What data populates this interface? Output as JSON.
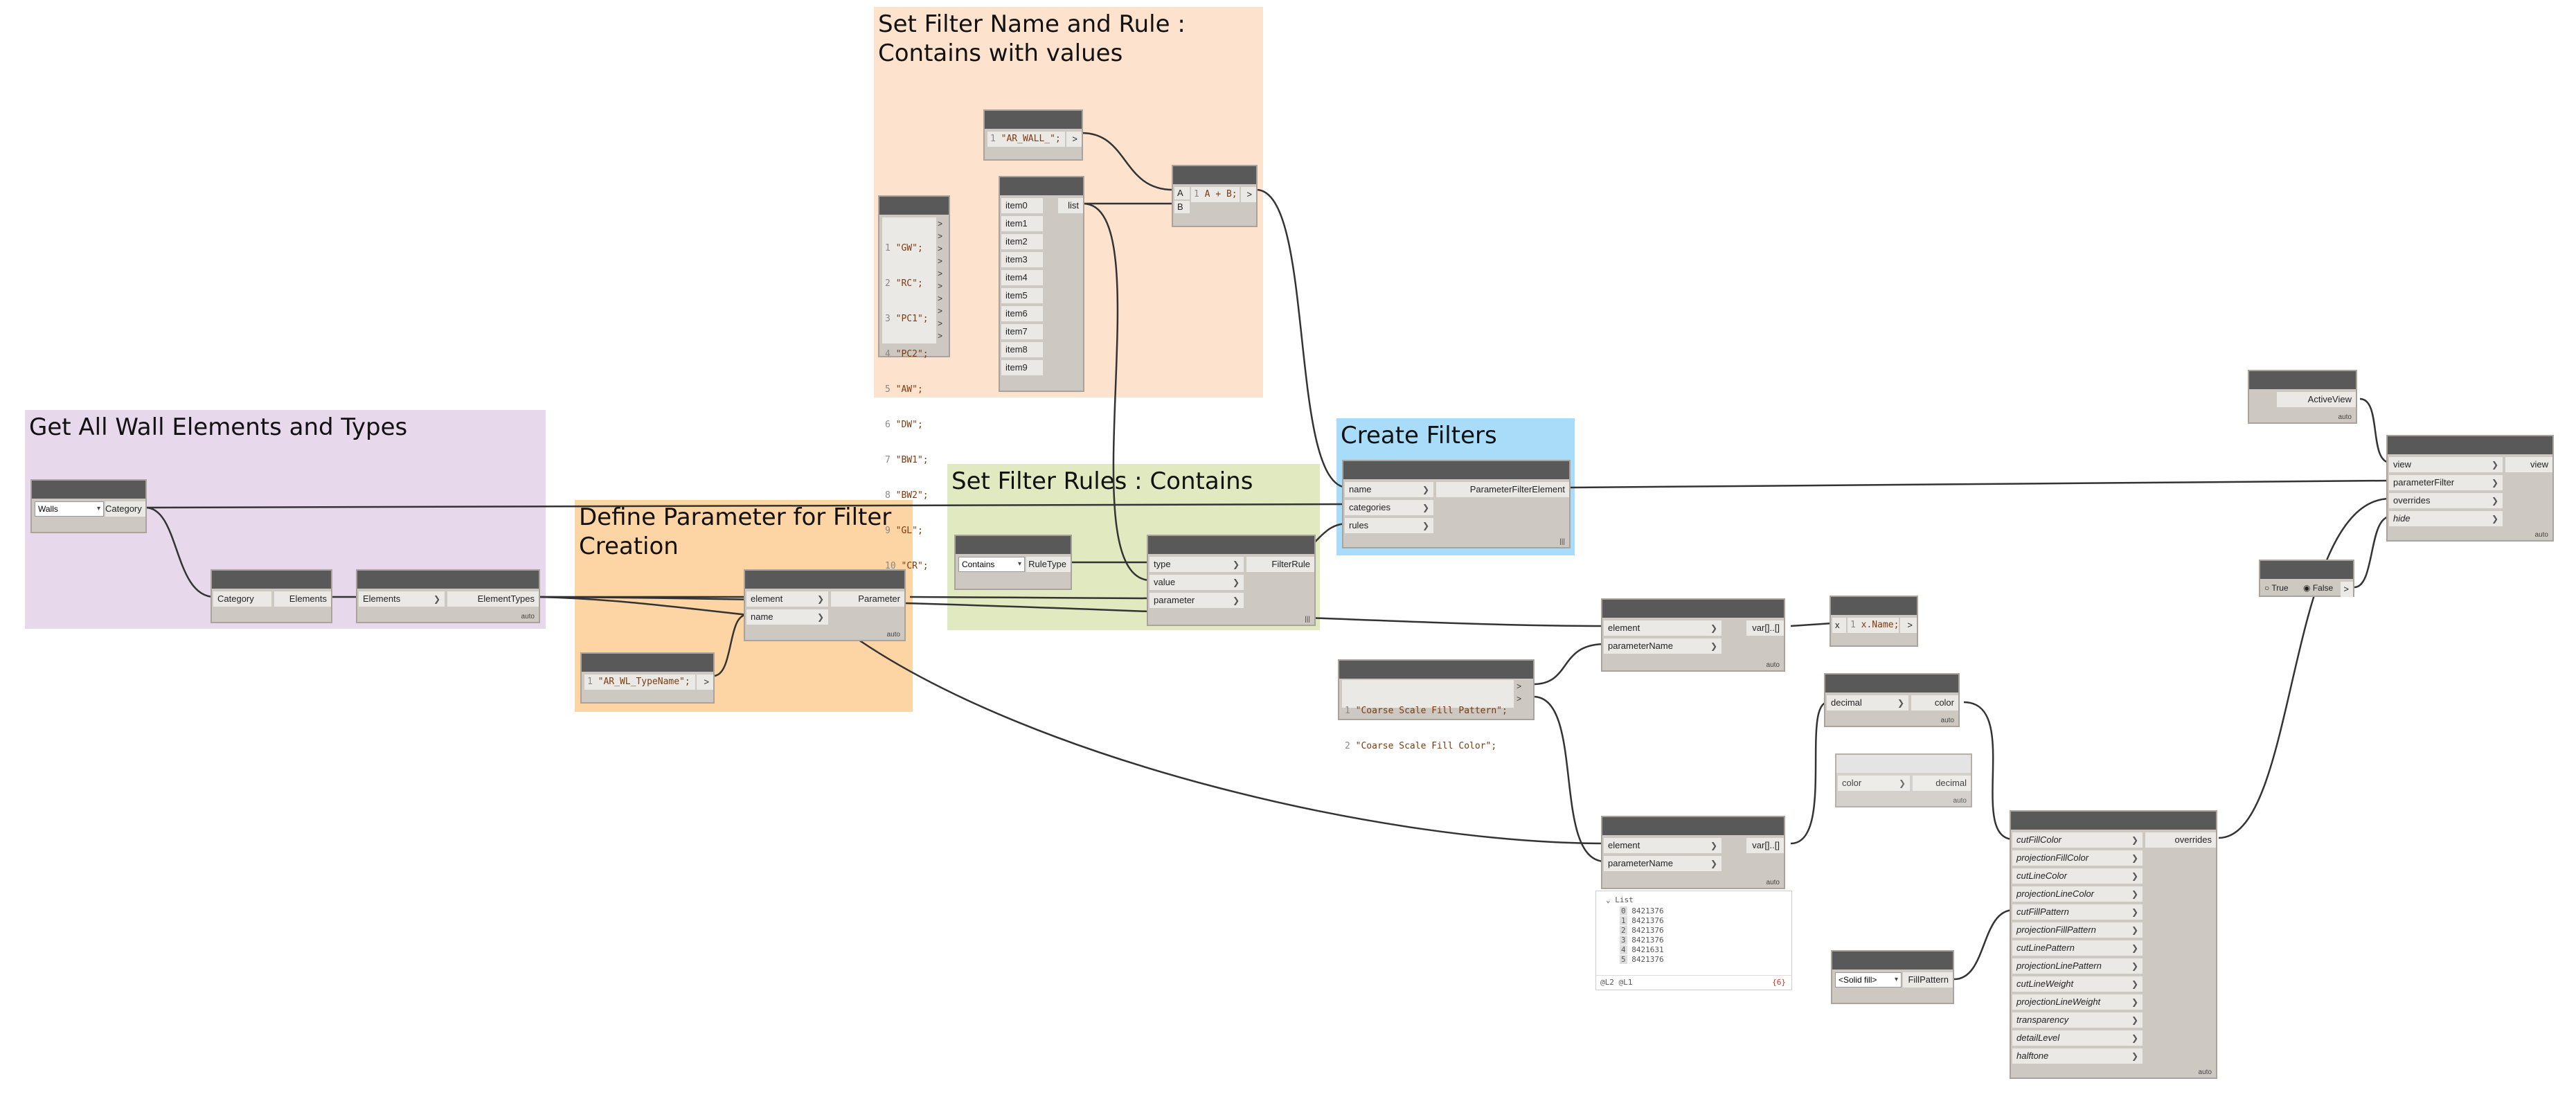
{
  "groups": {
    "walls": {
      "title": "Get All Wall Elements and Types",
      "color": "#e8d8ec"
    },
    "parameter": {
      "title": "Define Parameter for Filter Creation",
      "color": "#fdd4a4"
    },
    "rule_name": {
      "title": "Set Filter Name and Rule : Contains with values",
      "color": "#fde3cd"
    },
    "rules": {
      "title": "Set Filter Rules : Contains",
      "color": "#e0e9c0"
    },
    "create": {
      "title": "Create Filters",
      "color": "#a9dcf8"
    }
  },
  "nodes": {
    "categories": {
      "dropdown": "Walls",
      "out": "Category"
    },
    "all_elements": {
      "in": "Category",
      "out": "Elements"
    },
    "element_type": {
      "in": "Elements",
      "out": "ElementTypes",
      "lacing": "auto"
    },
    "typename_code": {
      "line": "1",
      "code": "\"AR_WL_TypeName\";"
    },
    "get_parameter": {
      "in1": "element",
      "in2": "name",
      "out": "Parameter",
      "lacing": "auto"
    },
    "prefix_code": {
      "line": "1",
      "code": "\"AR_WALL_\";"
    },
    "values_code": {
      "lines": [
        {
          "n": "1",
          "v": "\"GW\";"
        },
        {
          "n": "2",
          "v": "\"RC\";"
        },
        {
          "n": "3",
          "v": "\"PC1\";"
        },
        {
          "n": "4",
          "v": "\"PC2\";"
        },
        {
          "n": "5",
          "v": "\"AW\";"
        },
        {
          "n": "6",
          "v": "\"DW\";"
        },
        {
          "n": "7",
          "v": "\"BW1\";"
        },
        {
          "n": "8",
          "v": "\"BW2\";"
        },
        {
          "n": "9",
          "v": "\"GL\";"
        },
        {
          "n": "10",
          "v": "\"CR\";"
        }
      ]
    },
    "list_create": {
      "items": [
        "item0",
        "item1",
        "item2",
        "item3",
        "item4",
        "item5",
        "item6",
        "item7",
        "item8",
        "item9"
      ],
      "out": "list"
    },
    "concat_code": {
      "in_a": "A",
      "in_b": "B",
      "line": "1",
      "code": "A + B;"
    },
    "rule_type": {
      "dropdown": "Contains",
      "out": "RuleType"
    },
    "filter_rule": {
      "in1": "type",
      "in2": "value",
      "in3": "parameter",
      "out": "FilterRule",
      "lacing": "|||"
    },
    "create_filter": {
      "in1": "name",
      "in2": "categories",
      "in3": "rules",
      "out": "ParameterFilterElement",
      "lacing": "|||"
    },
    "active_view": {
      "out": "ActiveView",
      "lacing": "auto"
    },
    "add_filter": {
      "in1": "view",
      "in2": "parameterFilter",
      "in3": "overrides",
      "in4": "hide",
      "out": "view",
      "lacing": "auto"
    },
    "bool": {
      "true_label": "True",
      "false_label": "False"
    },
    "param_value_1": {
      "in1": "element",
      "in2": "parameterName",
      "out": "var[]..[]",
      "lacing": "auto"
    },
    "name_code": {
      "in": "x",
      "line": "1",
      "code": "x.Name;"
    },
    "param_names_code": {
      "lines": [
        {
          "n": "1",
          "v": "\"Coarse Scale Fill Pattern\";"
        },
        {
          "n": "2",
          "v": "\"Coarse Scale Fill Color\";"
        }
      ]
    },
    "param_value_2": {
      "in1": "element",
      "in2": "parameterName",
      "out": "var[]..[]",
      "lacing": "auto"
    },
    "color_by_decimal": {
      "in": "decimal",
      "out": "color",
      "lacing": "auto"
    },
    "decimal_by_color": {
      "in": "color",
      "out": "decimal",
      "lacing": "auto"
    },
    "fill_pattern": {
      "dropdown": "<Solid fill>",
      "out": "FillPattern"
    },
    "overrides": {
      "inputs": [
        "cutFillColor",
        "projectionFillColor",
        "cutLineColor",
        "projectionLineColor",
        "cutFillPattern",
        "projectionFillPattern",
        "cutLinePattern",
        "projectionLinePattern",
        "cutLineWeight",
        "projectionLineWeight",
        "transparency",
        "detailLevel",
        "halftone"
      ],
      "out": "overrides",
      "lacing": "auto"
    }
  },
  "preview": {
    "header": "List",
    "items": [
      {
        "idx": "0",
        "v": "8421376"
      },
      {
        "idx": "1",
        "v": "8421376"
      },
      {
        "idx": "2",
        "v": "8421376"
      },
      {
        "idx": "3",
        "v": "8421376"
      },
      {
        "idx": "4",
        "v": "8421631"
      },
      {
        "idx": "5",
        "v": "8421376"
      }
    ],
    "footer_left": "@L2 @L1",
    "footer_right": "{6}"
  }
}
